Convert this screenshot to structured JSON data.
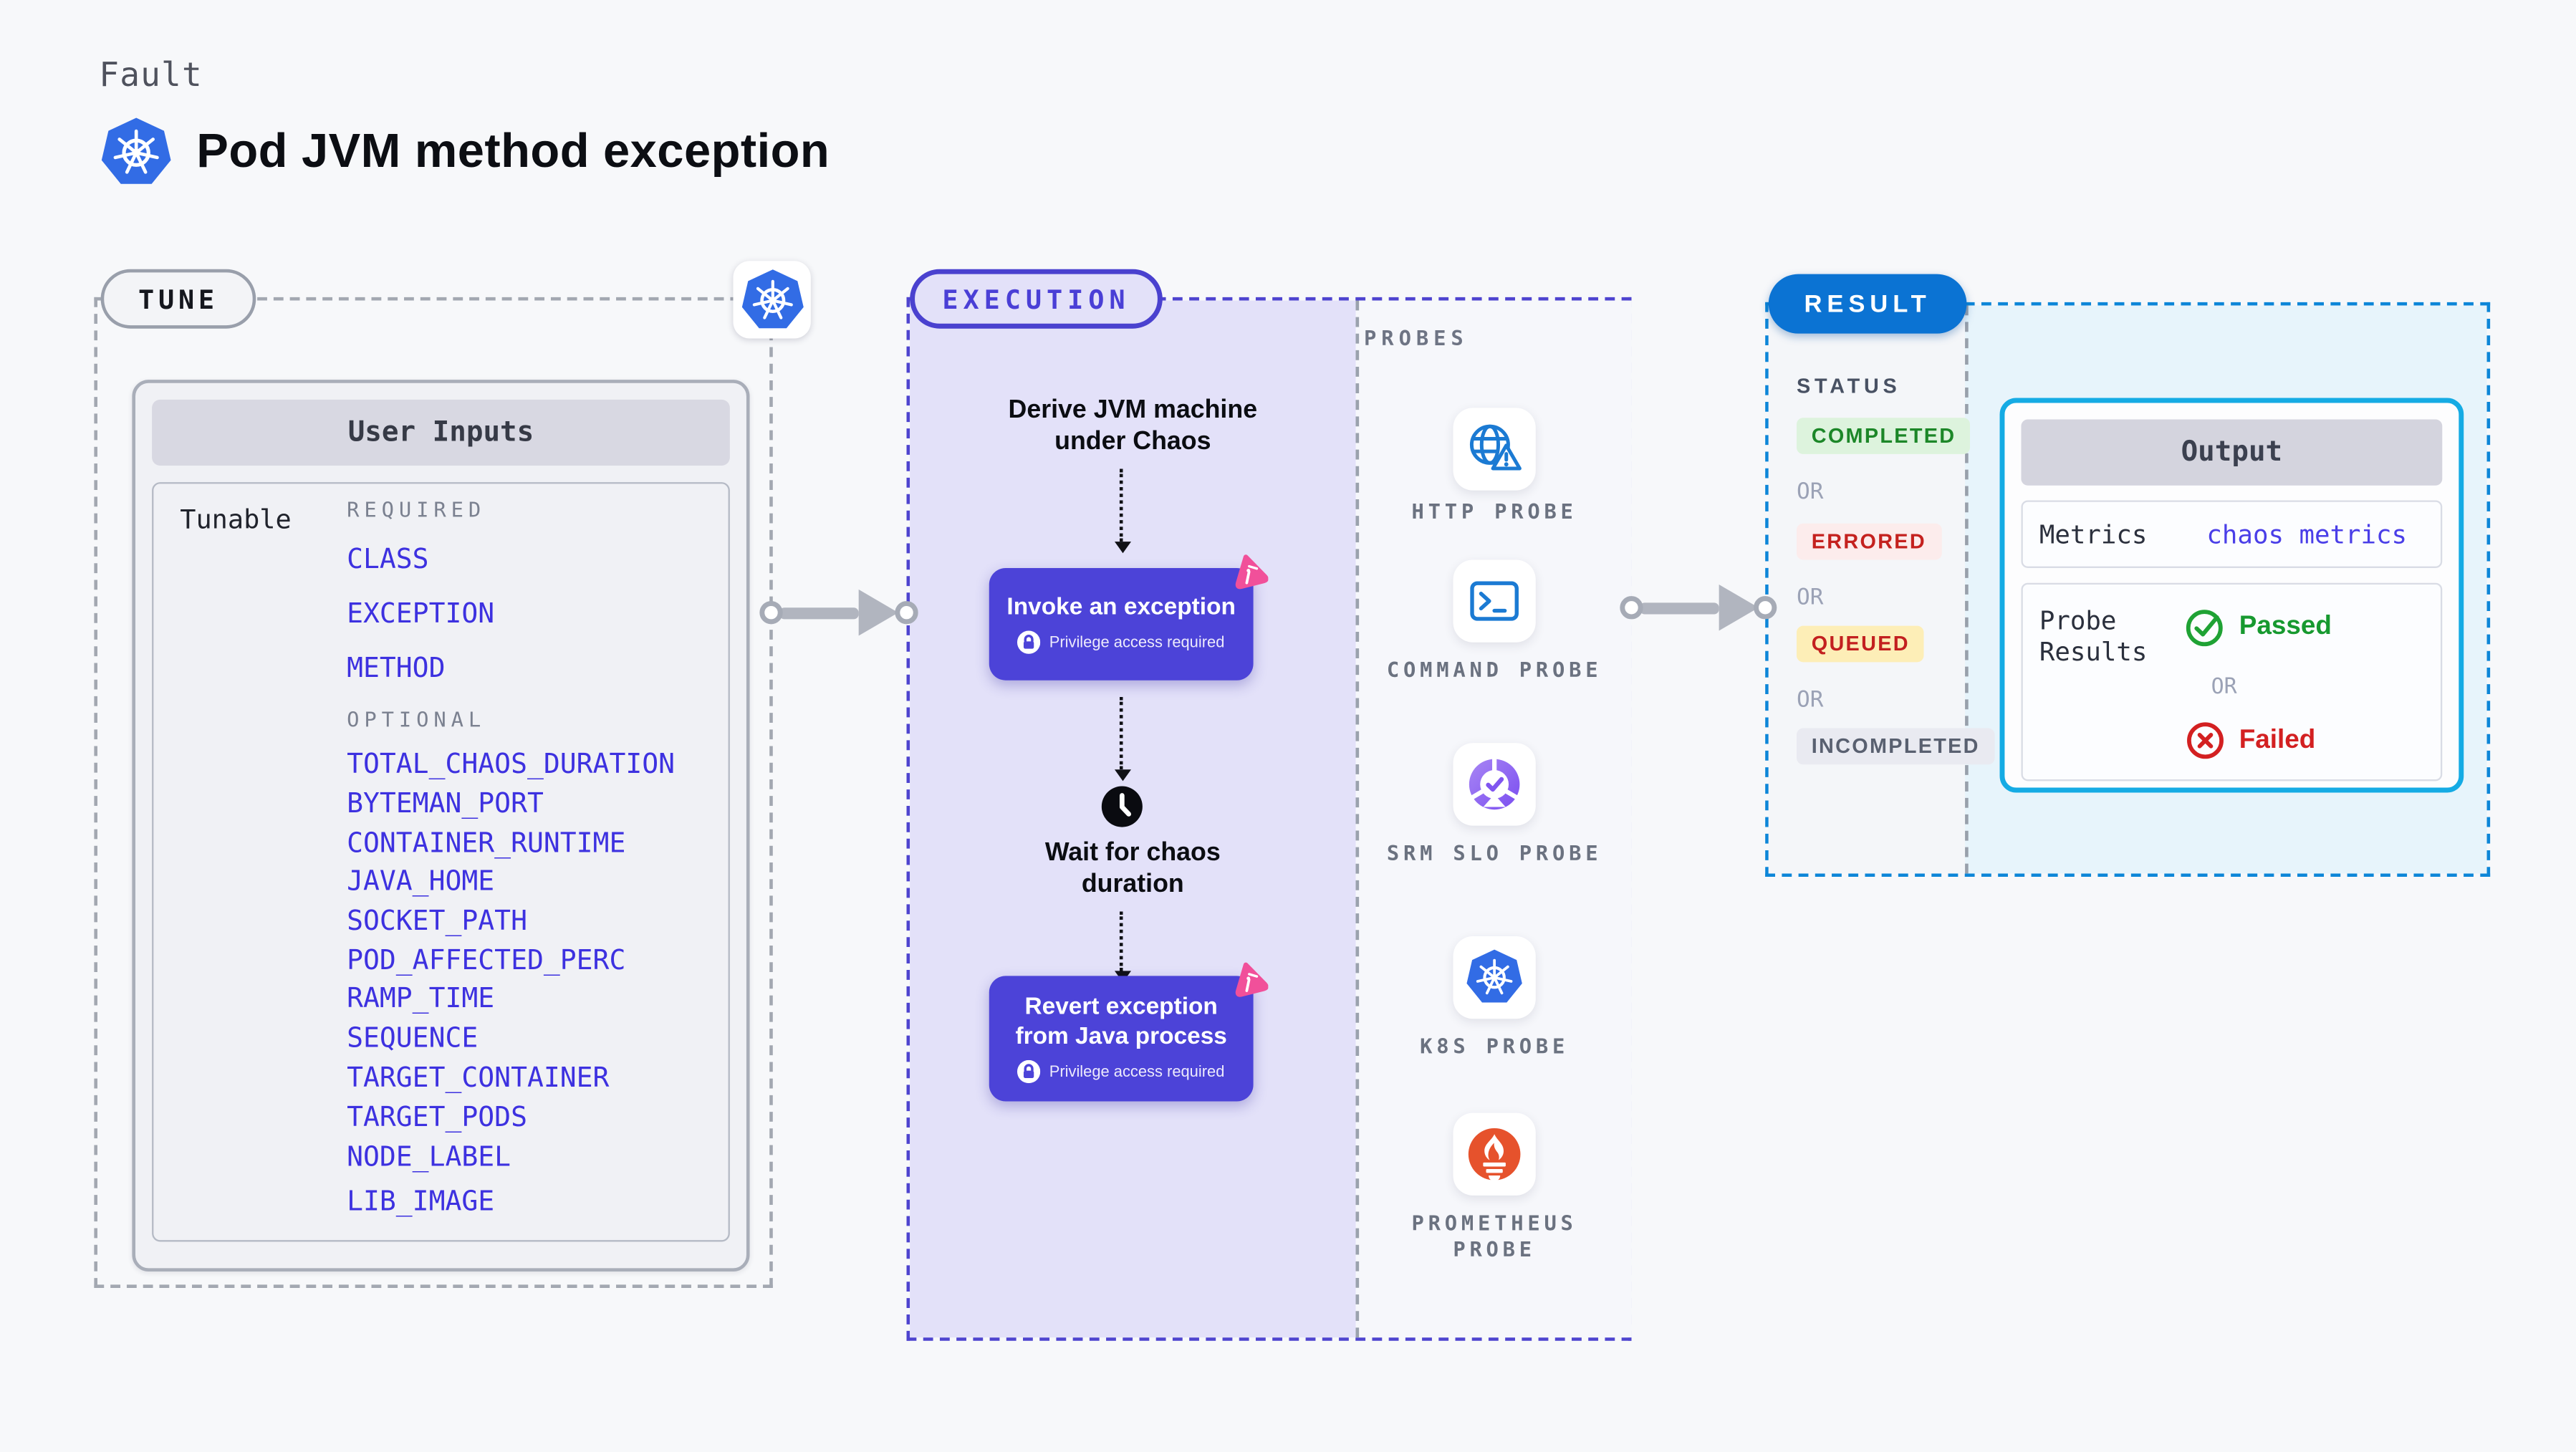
{
  "page": {
    "kicker": "Fault",
    "title": "Pod JVM method exception"
  },
  "tune": {
    "badge": "TUNE",
    "card_title": "User Inputs",
    "row_label": "Tunable",
    "required_label": "REQUIRED",
    "required_items": [
      "CLASS",
      "EXCEPTION",
      "METHOD"
    ],
    "optional_label": "OPTIONAL",
    "optional_items": [
      "TOTAL_CHAOS_DURATION",
      "BYTEMAN_PORT",
      "CONTAINER_RUNTIME",
      "JAVA_HOME",
      "SOCKET_PATH",
      "POD_AFFECTED_PERC",
      "RAMP_TIME",
      "SEQUENCE",
      "TARGET_CONTAINER",
      "TARGET_PODS",
      "NODE_LABEL",
      "LIB_IMAGE"
    ]
  },
  "execution": {
    "badge": "EXECUTION",
    "steps": {
      "derive": "Derive JVM machine under Chaos",
      "invoke": {
        "title": "Invoke an exception",
        "note": "Privilege access required"
      },
      "wait": "Wait for chaos duration",
      "revert": {
        "title": "Revert exception from Java process",
        "note": "Privilege access required"
      }
    }
  },
  "probes": {
    "label": "PROBES",
    "items": [
      {
        "label": "HTTP PROBE",
        "icon": "globe-alert-icon"
      },
      {
        "label": "COMMAND PROBE",
        "icon": "terminal-icon"
      },
      {
        "label": "SRM SLO PROBE",
        "icon": "slo-donut-check-icon"
      },
      {
        "label": "K8S PROBE",
        "icon": "kubernetes-icon"
      },
      {
        "label": "PROMETHEUS PROBE",
        "icon": "prometheus-flame-icon"
      }
    ]
  },
  "result": {
    "badge": "RESULT",
    "status_label": "STATUS",
    "or_label": "OR",
    "statuses": [
      {
        "label": "COMPLETED",
        "kind": "completed"
      },
      {
        "label": "ERRORED",
        "kind": "errored"
      },
      {
        "label": "QUEUED",
        "kind": "queued"
      },
      {
        "label": "INCOMPLETED",
        "kind": "incompleted"
      }
    ],
    "output": {
      "title": "Output",
      "metrics_label": "Metrics",
      "metrics_value": "chaos metrics",
      "probe_results_label": "Probe Results",
      "passed_label": "Passed",
      "or_label": "OR",
      "failed_label": "Failed"
    }
  },
  "colors": {
    "kubernetes_blue": "#326ce5",
    "accent_indigo": "#4c43d8",
    "execution_border": "#4a41cf",
    "lavender_panel": "#e3e1f9",
    "chaos_pink": "#f1509a",
    "probe_icon_blue": "#1b7ad3",
    "srm_purple": "#7a4df0",
    "prometheus_orange": "#e6522c",
    "result_blue": "#0b73d3",
    "output_border_cyan": "#15abe4",
    "passed_green": "#1fa234",
    "failed_red": "#d32021",
    "completed_bg": "#ddf3dd",
    "errored_bg": "#fcecec",
    "queued_bg": "#fdeeb7",
    "incompleted_bg": "#e9eaf1",
    "item_indigo": "#3d31e0",
    "arrow_gray": "#b1b5bf"
  }
}
